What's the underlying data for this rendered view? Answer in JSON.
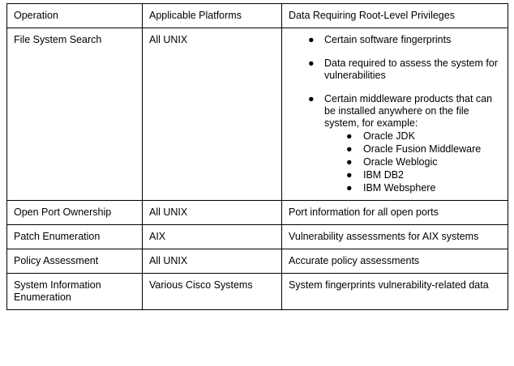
{
  "table": {
    "name": "root-level-privileges-table",
    "columns": [
      {
        "key": "operation",
        "label": "Operation"
      },
      {
        "key": "platforms",
        "label": "Applicable Platforms"
      },
      {
        "key": "data",
        "label": "Data Requiring Root-Level Privileges"
      }
    ],
    "rows": [
      {
        "operation": "File System Search",
        "platforms": "All UNIX",
        "data_type": "bullets",
        "data_bullets": [
          {
            "text": "Certain software fingerprints"
          },
          {
            "text": "Data required to assess the system for vulnerabilities"
          },
          {
            "text": "Certain middleware products that can be installed anywhere on the file system, for example:",
            "subbullets": [
              "Oracle JDK",
              "Oracle Fusion Middleware",
              "Oracle Weblogic",
              "IBM DB2",
              "IBM Websphere"
            ]
          }
        ]
      },
      {
        "operation": "Open Port Ownership",
        "platforms": "All UNIX",
        "data_type": "text",
        "data_text": "Port information for all open ports"
      },
      {
        "operation": "Patch Enumeration",
        "platforms": "AIX",
        "data_type": "text",
        "data_text": "Vulnerability assessments for AIX systems"
      },
      {
        "operation": "Policy Assessment",
        "platforms": "All UNIX",
        "data_type": "text",
        "data_text": "Accurate policy assessments"
      },
      {
        "operation": "System Information Enumeration",
        "platforms": "Various Cisco Systems",
        "data_type": "text",
        "data_text": "System fingerprints vulnerability-related data"
      }
    ]
  },
  "icons": {
    "bullet_glyph": "●"
  },
  "colors": {
    "text": "#000000",
    "border": "#000000",
    "background": "#ffffff"
  }
}
